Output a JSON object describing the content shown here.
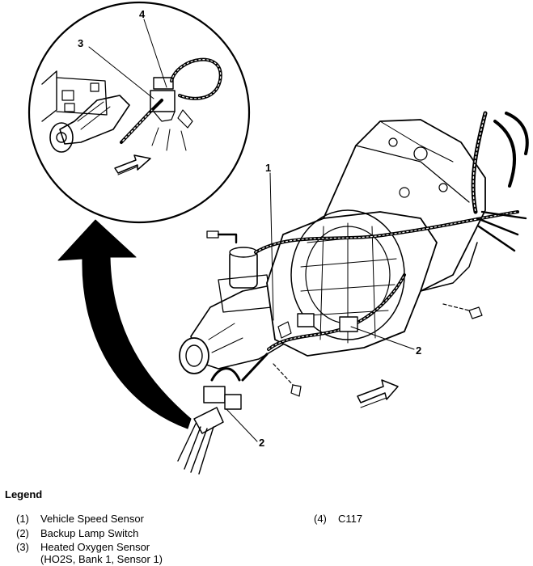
{
  "diagram": {
    "callouts": {
      "inset_3": "3",
      "inset_4": "4",
      "main_1": "1",
      "main_2_right": "2",
      "main_2_bottom": "2"
    }
  },
  "legend": {
    "title": "Legend",
    "items": [
      {
        "num": "(1)",
        "label": "Vehicle Speed Sensor"
      },
      {
        "num": "(2)",
        "label": "Backup Lamp Switch"
      },
      {
        "num": "(3)",
        "label": "Heated Oxygen Sensor",
        "label_line2": "(HO2S, Bank 1, Sensor 1)"
      },
      {
        "num": "(4)",
        "label": "C117"
      }
    ]
  }
}
